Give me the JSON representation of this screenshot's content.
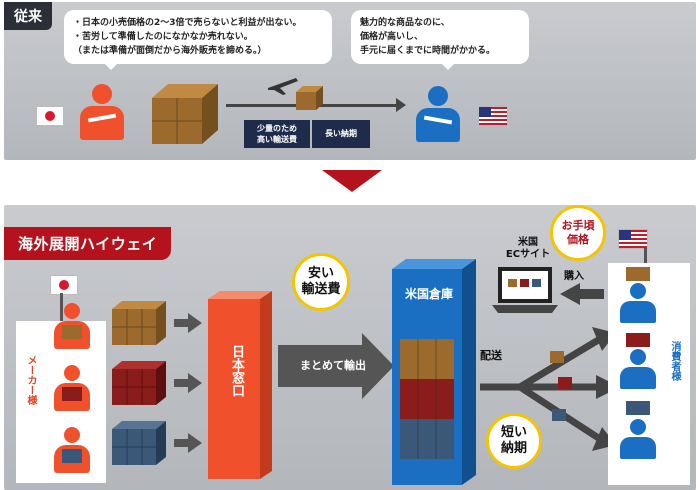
{
  "top": {
    "tag": "従来",
    "bubble_left": [
      "・日本の小売価格の2～3倍で売らないと利益が出ない。",
      "・苦労して準備したのになかなか売れない。",
      "（または準備が面倒だから海外販売を諦める。）"
    ],
    "bubble_right": [
      "魅力的な商品なのに、",
      "価格が高いし、",
      "手元に届くまでに時間がかかる。"
    ],
    "label_cost": [
      "少量のため",
      "高い輸送費"
    ],
    "label_delivery": "長い納期"
  },
  "bottom": {
    "tag": "海外展開ハイウェイ",
    "maker": "メーカー様",
    "window": "日本窓口",
    "consolidate": "まとめて輸出",
    "warehouse": "米国倉庫",
    "ec": [
      "米国",
      "ECサイト"
    ],
    "purchase": "購入",
    "delivery": "配送",
    "consumer": "消費者様",
    "call_cheap": [
      "安い",
      "輸送費"
    ],
    "call_price": [
      "お手頃",
      "価格"
    ],
    "call_short": [
      "短い",
      "納期"
    ]
  },
  "colors": {
    "orange": "#f0502c",
    "blue": "#1a6fc2",
    "brown": "#9c6a2c",
    "red": "#8a1c1c",
    "steel": "#3c5878",
    "darkred": "#b4121d"
  }
}
